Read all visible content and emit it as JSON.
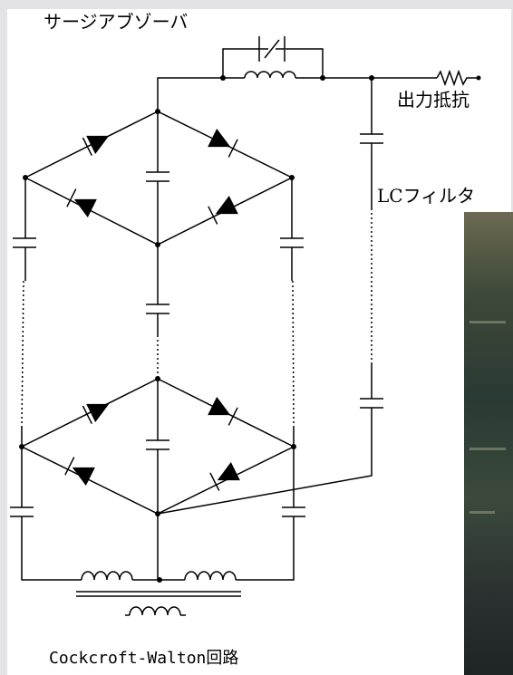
{
  "labels": {
    "surge_absorber": "サージアブゾーバ",
    "output_resistor": "出力抵抗",
    "lc_filter": "LCフィルタ",
    "circuit_name": "Cockcroft-Walton回路"
  },
  "colors": {
    "line": "#000000",
    "background": "#ffffff",
    "frame": "#e3e3e6"
  }
}
